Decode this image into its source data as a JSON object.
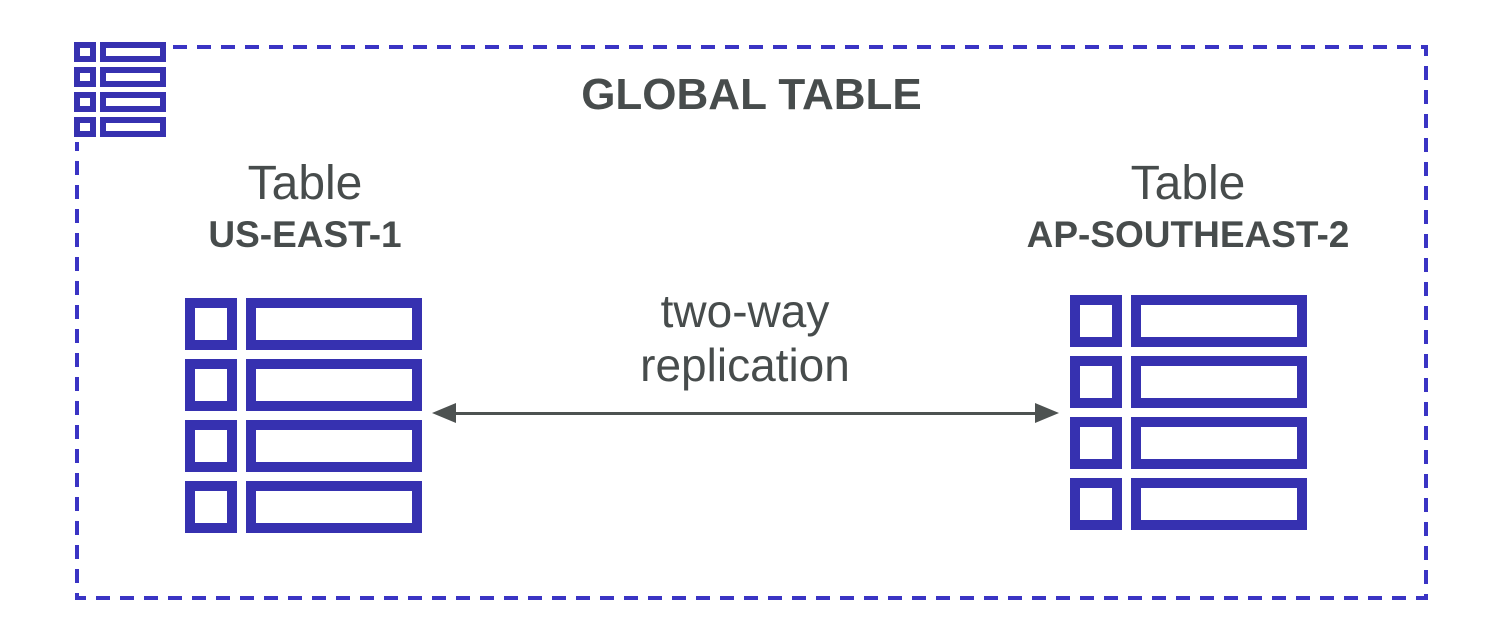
{
  "colors": {
    "icon_blue": "#3631b0",
    "dash_blue": "#3a34c4",
    "text_gray": "#474c4c",
    "arrow_gray": "#4d5251"
  },
  "global_table": {
    "title": "GLOBAL TABLE"
  },
  "left_table": {
    "label": "Table",
    "region": "US-EAST-1"
  },
  "right_table": {
    "label": "Table",
    "region": "AP-SOUTHEAST-2"
  },
  "replication": {
    "line1": "two-way",
    "line2": "replication"
  }
}
